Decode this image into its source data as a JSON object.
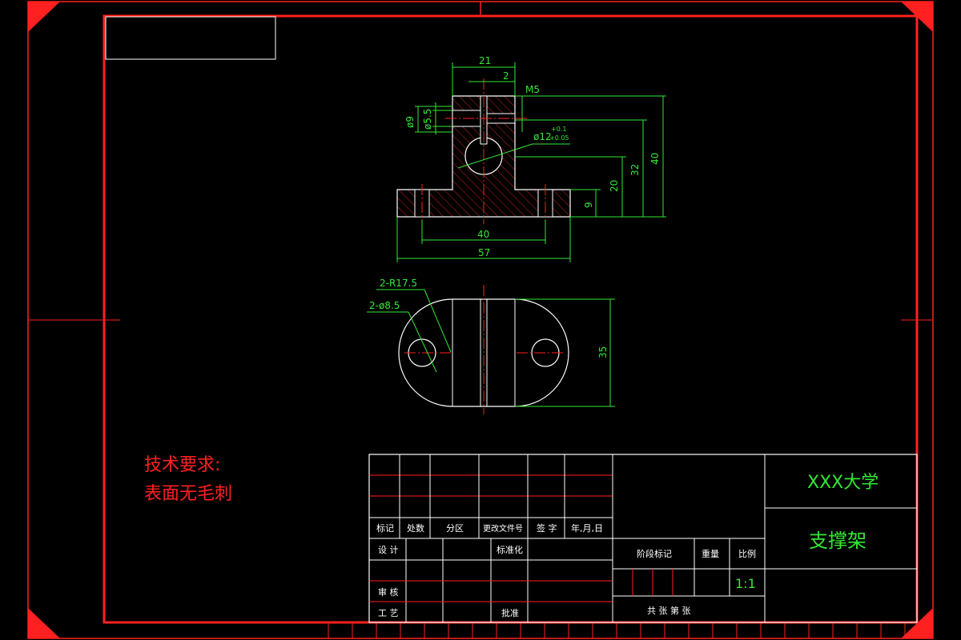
{
  "drawing": {
    "dimensions": {
      "width_21": "21",
      "gap_2": "2",
      "thread_m5": "M5",
      "dia_9": "ø9",
      "dia_5_5": "ø5.5",
      "dia_12": "ø12",
      "tol_upper": "+0.1",
      "tol_lower": "+0.05",
      "height_40": "40",
      "height_32": "32",
      "height_20": "20",
      "height_9": "9",
      "width_40": "40",
      "width_57": "57",
      "radius_label": "2-R17.5",
      "hole_label": "2-ø8.5",
      "depth_35": "35"
    },
    "technical_requirements": {
      "heading": "技术要求:",
      "item": "表面无毛刺"
    },
    "title_block": {
      "school": "XXX大学",
      "part_name": "支撑架",
      "scale": "1:1",
      "headers": [
        "标记",
        "处数",
        "分区",
        "更改文件号",
        "签 字",
        "年,月,日"
      ],
      "design": "设 计",
      "standardize": "标准化",
      "review": "审 核",
      "process": "工 艺",
      "approve": "批准",
      "stage_mark": "阶段标记",
      "weight": "重量",
      "ratio": "比例",
      "sheets": "共     张     第     张"
    }
  },
  "colors": {
    "frame": "#ff2020",
    "dimension": "#33e833",
    "outline": "#ffffff",
    "centerline": "#ff2020",
    "hatch": "#cc2222"
  }
}
